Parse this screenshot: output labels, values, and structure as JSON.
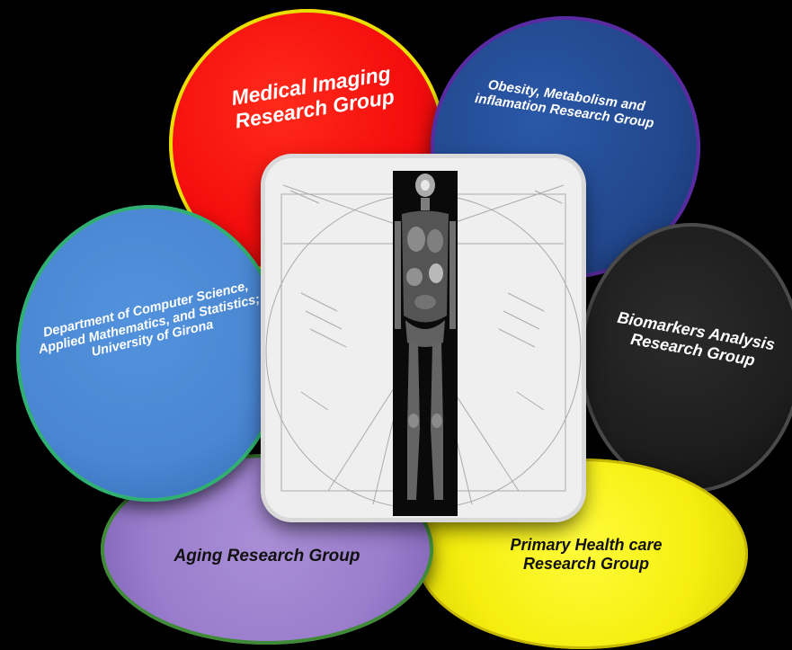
{
  "groups": {
    "medical_imaging": "Medical Imaging Research Group",
    "obesity": "Obesity, Metabolism and inflamation Research Group",
    "biomarkers": "Biomarkers Analysis Research Group",
    "primary_health": "Primary Health care Research Group",
    "aging": "Aging Research Group",
    "department": "Department of Computer Science, Applied Mathematics, and Statistics; University of Girona"
  },
  "colors": {
    "medical_imaging": "#f40d0d",
    "obesity": "#22478c",
    "biomarkers": "#1d1d1d",
    "primary_health": "#f5ee0e",
    "aging": "#9a7dcc",
    "department": "#4a86d2",
    "background": "#000000"
  },
  "center_image": "vitruvian-man-with-whole-body-mri-scan"
}
